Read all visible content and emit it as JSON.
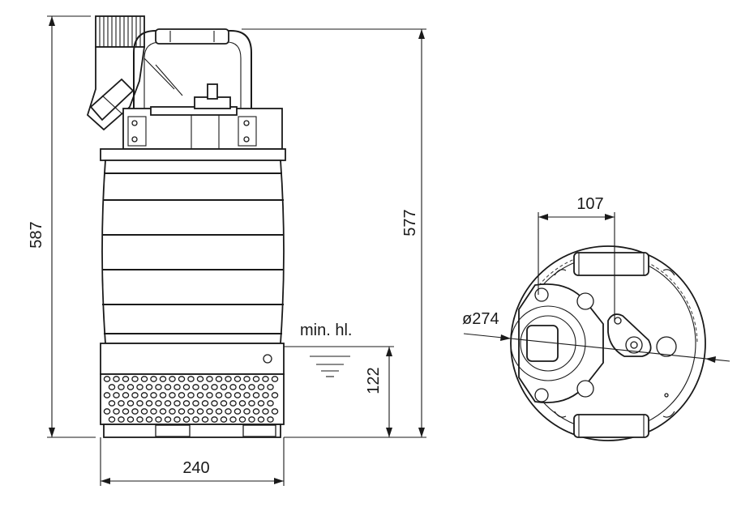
{
  "dimensions": {
    "overall_height": "587",
    "discharge_height": "577",
    "min_level_height": "122",
    "width": "240",
    "outlet_offset": "107",
    "diameter": "ø274"
  },
  "labels": {
    "min_level": "min. hl."
  },
  "colors": {
    "line": "#1a1a1a",
    "background": "#ffffff"
  }
}
